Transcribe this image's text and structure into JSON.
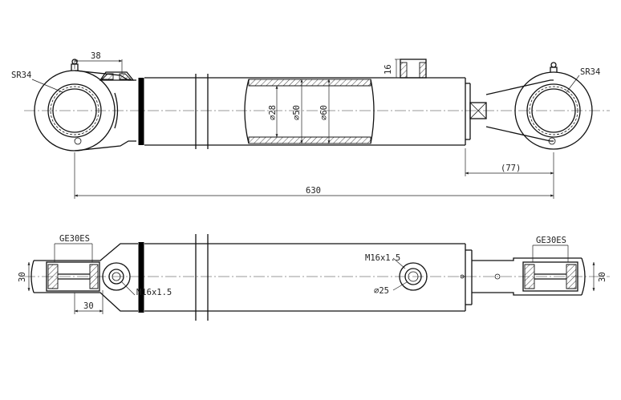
{
  "top_view": {
    "sr_left": "SR34",
    "sr_right": "SR34",
    "dim_top_left": "38",
    "dim_port_height": "16",
    "dia_rod": "⌀28",
    "dia_bore_a": "⌀50",
    "dia_bore_b": "⌀60",
    "dim_right_eye": "(77)",
    "dim_total": "630"
  },
  "bottom_view": {
    "bearing_left": "GE30ES",
    "bearing_right": "GE30ES",
    "width_left": "30",
    "width_right": "30",
    "dim_bottom_left": "30",
    "thread_left": "M16x1.5",
    "thread_right": "M16x1.5",
    "dia_port": "⌀25"
  }
}
